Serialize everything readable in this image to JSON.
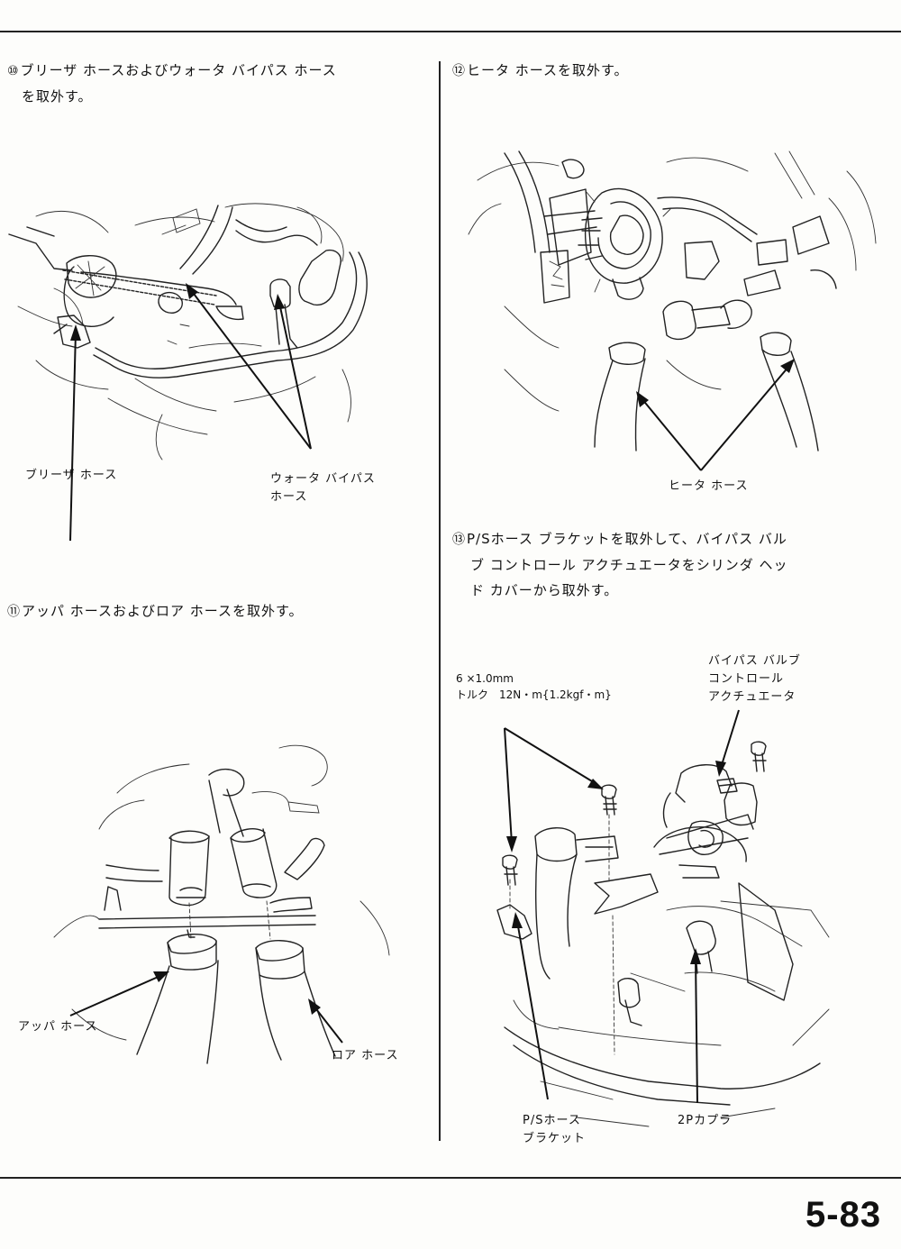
{
  "steps": {
    "s10": {
      "num": "⑩",
      "text": "ブリーザ ホースおよびウォータ バイパス ホース",
      "text2": "を取外す。"
    },
    "s11": {
      "num": "⑪",
      "text": "アッパ ホースおよびロア ホースを取外す。"
    },
    "s12": {
      "num": "⑫",
      "text": "ヒータ ホースを取外す。"
    },
    "s13": {
      "num": "⑬",
      "text": "P/Sホース ブラケットを取外して、バイパス バル",
      "text2": "ブ コントロール アクチュエータをシリンダ ヘッ",
      "text3": "ド カバーから取外す。"
    }
  },
  "labels": {
    "breather_hose": "ブリーザ ホース",
    "water_bypass_hose_1": "ウォータ バイパス",
    "water_bypass_hose_2": "ホース",
    "upper_hose": "アッパ ホース",
    "lower_hose": "ロア ホース",
    "heater_hose": "ヒータ ホース",
    "bolt_size": "6 ×1.0mm",
    "torque": "トルク　12N・m{1.2kgf・m}",
    "actuator_1": "バイパス バルブ",
    "actuator_2": "コントロール",
    "actuator_3": "アクチュエータ",
    "ps_bracket_1": "P/Sホース",
    "ps_bracket_2": "ブラケット",
    "coupler": "2Pカプラ"
  },
  "page_number": "5-83"
}
